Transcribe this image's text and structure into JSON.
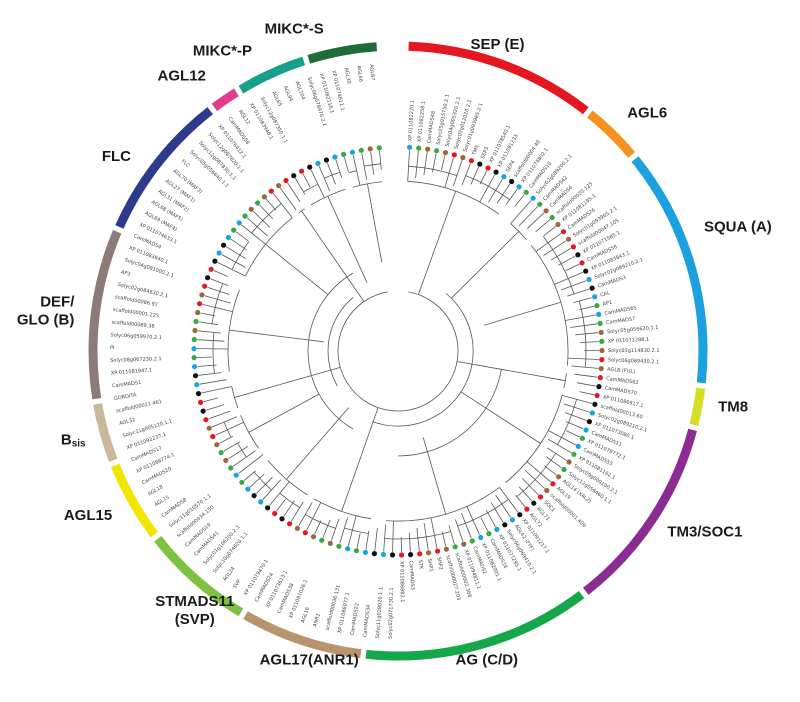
{
  "diagram": {
    "type": "circular phylogenetic tree",
    "colors": {
      "branch": "#555555",
      "dot_blue": "#1aa3e0",
      "dot_red": "#e01b24",
      "dot_green": "#3aa845",
      "dot_black": "#111111",
      "dot_brown": "#9a6a3a"
    },
    "clades": [
      {
        "id": "sep",
        "label": "SEP (E)",
        "color": "#e4161f"
      },
      {
        "id": "agl6",
        "label": "AGL6",
        "color": "#f5921e"
      },
      {
        "id": "squa",
        "label": "SQUA (A)",
        "color": "#1ba0e0"
      },
      {
        "id": "tm8",
        "label": "TM8",
        "color": "#d6de23"
      },
      {
        "id": "tm3",
        "label": "TM3/SOC1",
        "color": "#8b2c92"
      },
      {
        "id": "ag",
        "label": "AG (C/D)",
        "color": "#14a84a"
      },
      {
        "id": "agl17",
        "label": "AGL17(ANR1)",
        "color": "#b8936b"
      },
      {
        "id": "stmads11",
        "label": "STMADS11",
        "label2": "(SVP)",
        "color": "#7dc242"
      },
      {
        "id": "agl15",
        "label": "AGL15",
        "color": "#f2e500"
      },
      {
        "id": "bsis",
        "label": "B",
        "sub": "sis",
        "color": "#c9b89a"
      },
      {
        "id": "defglo",
        "label": "DEF/",
        "label2": "GLO (B)",
        "color": "#8c7b76"
      },
      {
        "id": "flc",
        "label": "FLC",
        "color": "#2e3a8c"
      },
      {
        "id": "agl12",
        "label": "AGL12",
        "color": "#e23d8b"
      },
      {
        "id": "mikcp",
        "label": "MIKC*-P",
        "color": "#16a089"
      },
      {
        "id": "mikcs",
        "label": "MIKC*-S",
        "color": "#1f6b3a"
      }
    ],
    "leaf_labels": [
      "XP 011082220.1",
      "XP 011082258.1",
      "CamMADS48",
      "Solyc05g015750.2.1",
      "Solyc04g005320.2.1",
      "Solyc05g012020.2.1",
      "Solyc01g093965.2.1",
      "TM5",
      "SEP3",
      "XP 011078540.1",
      "XP 011091233",
      "SEP4",
      "scaffold00004.40",
      "XP 011074802.1",
      "CamMADS10",
      "Solyc02g089200.2.1",
      "CamMADS42",
      "CamMADS6",
      "scaffold00020.125",
      "XP 011081195.1",
      "CamMADS26",
      "Solyc01g093965.2.1",
      "scaffold00047.105",
      "XP 011071585.1",
      "CamMADS58",
      "XP 011083843.1",
      "Solyc02g089210.2.1",
      "CamMADS3",
      "CAL",
      "AP1",
      "CamMADS65",
      "CamMADS7",
      "Solyc05g056620.1.1",
      "XP 011071288.1",
      "Solyc03g114830.2.1",
      "Solyc06g069430.2.1",
      "AGL8 (FUL)",
      "CamMADS62",
      "CamMADS70",
      "XP 011086917.1",
      "scaffold00013.60",
      "Solyc02g089210.2.1",
      "XP 011073080.1",
      "CamMADS11",
      "XP 011079772.1",
      "CamMADS55",
      "XP 011081162.1",
      "Solyc09g009100.2.1",
      "Solyc12g056460.1.1",
      "AGL14 (XAL2)",
      "AGL19",
      "scaffold00001.409",
      "SOC1",
      "AGL71",
      "AGL72",
      "XP 011091217.1",
      "AGL42 (FYF)",
      "Solyc06g069410.2.1",
      "XP 011077295.1",
      "CamMADS16",
      "XP 011082001.1",
      "CamMADS2",
      "XP 011094811.1",
      "scaffold00002.368",
      "scaffold00027.203",
      "SHP2",
      "SHP1",
      "STK",
      "CamMADS3",
      "XP 011086882.1",
      "Solyc02g071730.2.1",
      "Solyc11g028020.1.1",
      "CamMADS34",
      "CamMADS22",
      "XP 011086077.1",
      "scaffold00036.131",
      "ANR1",
      "AGL16",
      "XP 011091026.1",
      "CamMADS38",
      "XP 011073613.1",
      "CamMADS24",
      "XP 011079470.1",
      "SVP",
      "AGL24",
      "Solyc10g074620.1.1",
      "Solyc01g106200.2.1",
      "CamMADS41",
      "CamMADS19",
      "scaffold00034.150",
      "Solyc11g010570.1.1",
      "CamMADS8",
      "AGL15",
      "AGL18",
      "CamMADS20",
      "XP 011086774.1",
      "CamMADS17",
      "XP 011092237.1",
      "Solyc11g005120.1.1",
      "AGL32",
      "scaffold00021.461",
      "GORDITA",
      "CamMADS1",
      "XP 011081947.1",
      "Solyc08g067230.2.1",
      "PI",
      "Solyc06g059970.2.1",
      "scaffold00089.38",
      "scaffold00001.225",
      "scaffold00086.97",
      "Solyc02g084630.2.1",
      "AP3",
      "Solyc04g081000.2.1",
      "XP 011083640.1",
      "CamMADS4",
      "XP 011074633.1",
      "AGL69 (MAF4)",
      "AGL68 (MAF5)",
      "AGL31 (MAF2)",
      "AGL27 (MAF1)",
      "AGL70 (MAF3)",
      "FLC",
      "Solyc05g056640.1.1",
      "Solyc12g087830.1.1",
      "Solyc12g087820.1.1",
      "XP 011076412.1",
      "CamMADS58",
      "AGL12",
      "XP 011083940.1",
      "Solyc12g087350.1.1",
      "AGL65",
      "AGL94",
      "AGL104",
      "Solyc06g078970.2.1",
      "XP 011082116.1",
      "XP 011074811.1",
      "AGL30",
      "AGL66",
      "AGL67"
    ]
  }
}
